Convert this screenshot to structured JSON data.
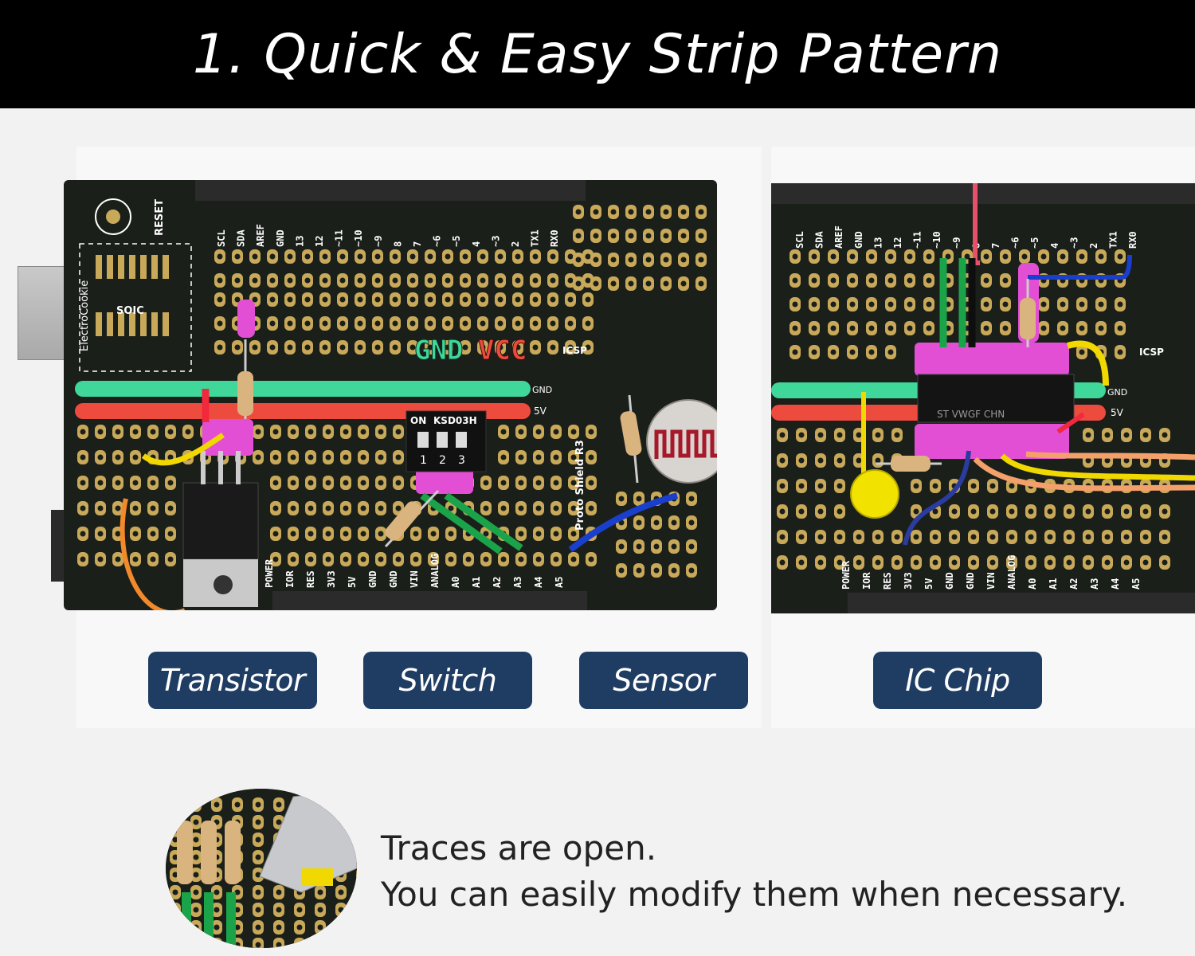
{
  "header": {
    "title": "1. Quick & Easy Strip Pattern"
  },
  "labels": {
    "transistor": "Transistor",
    "switch": "Switch",
    "sensor": "Sensor",
    "ic_chip": "IC Chip"
  },
  "board": {
    "rail_gnd": "GND",
    "rail_vcc": "VCC",
    "silk_gnd": "GND",
    "silk_5v": "5V",
    "icsp": "ICSP",
    "soic": "SOIC",
    "reset": "RESET",
    "brand": "ElectroCookie",
    "dip_on": "ON",
    "dip_model": "KSD03H",
    "dip_1": "1",
    "dip_2": "2",
    "dip_3": "3",
    "proto": "Proto Shield R3",
    "top_pins": [
      "SCL",
      "SDA",
      "AREF",
      "GND",
      "13",
      "12",
      "~11",
      "~10",
      "~9",
      "8",
      "7",
      "~6",
      "~5",
      "4",
      "~3",
      "2",
      "TX1",
      "RX0"
    ],
    "bottom_pins": [
      "POWER",
      "IOR",
      "RES",
      "3V3",
      "5V",
      "GND",
      "GND",
      "VIN",
      "ANALOG",
      "A0",
      "A1",
      "A2",
      "A3",
      "A4",
      "A5"
    ],
    "chip_marking": "ST VWGF CHN"
  },
  "caption": {
    "line1": "Traces are open.",
    "line2": "You can easily modify them when necessary."
  }
}
